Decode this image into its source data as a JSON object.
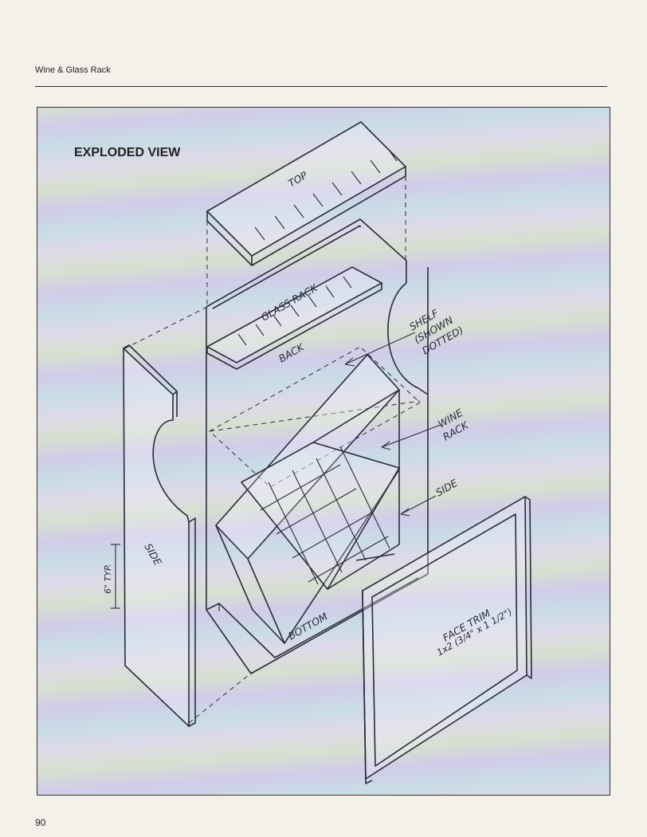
{
  "header": {
    "running_head": "Wine & Glass Rack"
  },
  "footer": {
    "page_number": "90"
  },
  "figure": {
    "title": "EXPLODED VIEW",
    "labels": {
      "top": "TOP",
      "glass_rack": "GLASS RACK",
      "back": "BACK",
      "shelf_1": "SHELF",
      "shelf_2": "(SHOWN",
      "shelf_3": "DOTTED)",
      "wine_rack_1": "WINE",
      "wine_rack_2": "RACK",
      "side_right": "SIDE",
      "side_left": "SIDE",
      "bottom": "BOTTOM",
      "face_trim_1": "FACE TRIM",
      "face_trim_2": "1x2 (3/4\" x 1 1/2\")",
      "dimension": "6\" TYP."
    }
  }
}
